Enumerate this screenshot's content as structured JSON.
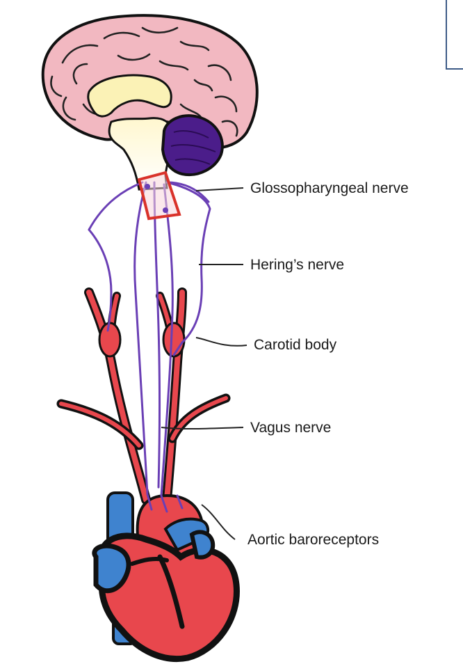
{
  "labels": {
    "glossopharyngeal": "Glossopharyngeal nerve",
    "herings": "Hering’s nerve",
    "carotid_body": "Carotid body",
    "vagus": "Vagus nerve",
    "aortic": "Aortic baroreceptors"
  },
  "colors": {
    "brain_cortex": "#f2b8c1",
    "corpus_callosum": "#fbf2b6",
    "cerebellum": "#4b1d8a",
    "artery_red": "#e8474d",
    "vein_blue": "#3f83cf",
    "nerve_purple": "#6a3fb5",
    "medulla_box": "#d9322a",
    "outline": "#111111"
  }
}
